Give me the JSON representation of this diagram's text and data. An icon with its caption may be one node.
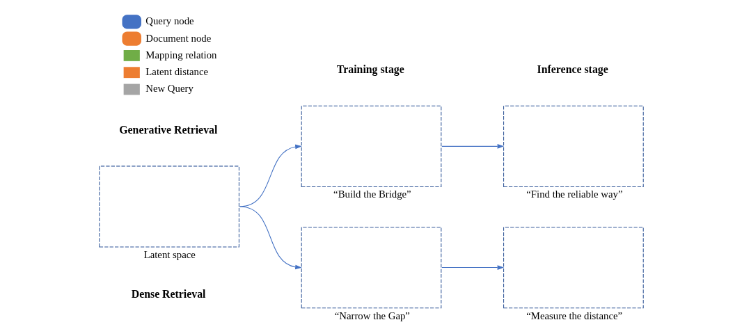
{
  "diagram": {
    "nodes": [
      {
        "text": [],
        "shape": "box",
        "beside": [
          "Latent space"
        ]
      },
      {
        "text": [],
        "shape": "box",
        "beside": [
          "“Build the Bridge”"
        ]
      },
      {
        "text": [],
        "shape": "box",
        "beside": [
          "“Find the reliable way”"
        ]
      },
      {
        "text": [],
        "shape": "box",
        "beside": [
          "“Narrow the Gap”"
        ]
      },
      {
        "text": [],
        "shape": "box",
        "beside": [
          "“Measure the distance”"
        ]
      }
    ],
    "edges": [
      {
        "from": 0,
        "to": 1,
        "arrow": "to"
      },
      {
        "from": 1,
        "to": 2,
        "arrow": "to"
      },
      {
        "from": 0,
        "to": 3,
        "arrow": "to"
      },
      {
        "from": 3,
        "to": 4,
        "arrow": "to"
      }
    ],
    "labels": [
      "Training stage",
      "Inference stage",
      "Generative Retrieval",
      "Dense Retrieval"
    ],
    "legend": [
      {
        "text": "Query node",
        "color": "#4472c4"
      },
      {
        "text": "Document node",
        "color": "#ed7d31"
      },
      {
        "text": "Mapping relation"
      },
      {
        "text": "Latent distance"
      },
      {
        "text": "New Query"
      }
    ]
  }
}
